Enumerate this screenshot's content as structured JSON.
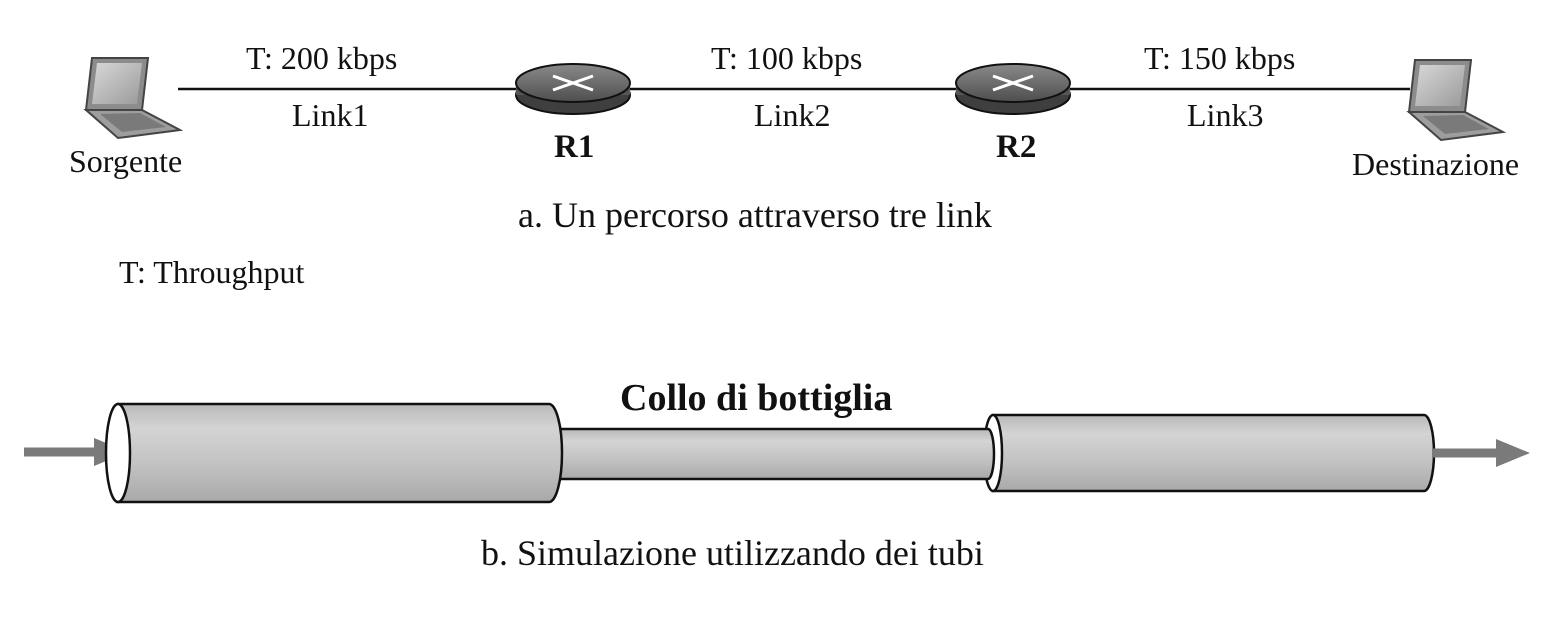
{
  "part_a": {
    "source_label": "Sorgente",
    "destination_label": "Destinazione",
    "routers": [
      {
        "label": "R1"
      },
      {
        "label": "R2"
      }
    ],
    "links": [
      {
        "throughput": "T: 200 kbps",
        "name": "Link1"
      },
      {
        "throughput": "T: 100 kbps",
        "name": "Link2"
      },
      {
        "throughput": "T: 150 kbps",
        "name": "Link3"
      }
    ],
    "caption": "a. Un percorso attraverso tre link",
    "legend": "T: Throughput"
  },
  "part_b": {
    "bottleneck_label": "Collo di bottiglia",
    "caption": "b. Simulazione utilizzando dei tubi",
    "pipes": [
      {
        "link": "Link1",
        "relative_diameter": 1.0
      },
      {
        "link": "Link2",
        "relative_diameter": 0.5
      },
      {
        "link": "Link3",
        "relative_diameter": 0.75
      }
    ]
  },
  "colors": {
    "line": "#111111",
    "router_fill": "#6f6f6f",
    "pipe_fill": "#c6c6c6",
    "arrow": "#7a7a7a"
  }
}
